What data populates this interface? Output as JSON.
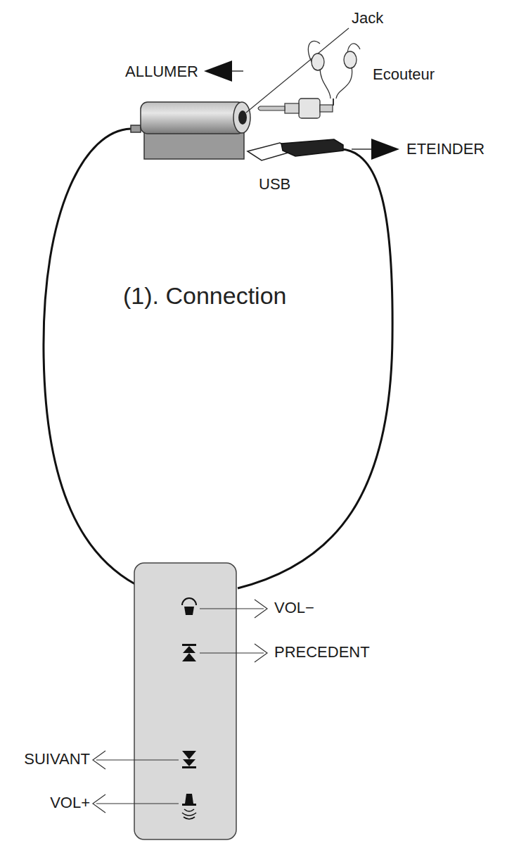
{
  "diagram": {
    "title": "(1). Connection",
    "labels": [
      "Jack",
      "Ecouteur",
      "ALLUMER",
      "ETEINDER",
      "USB",
      "VOL−",
      "PRECEDENT",
      "SUIVANT",
      "VOL+"
    ]
  }
}
